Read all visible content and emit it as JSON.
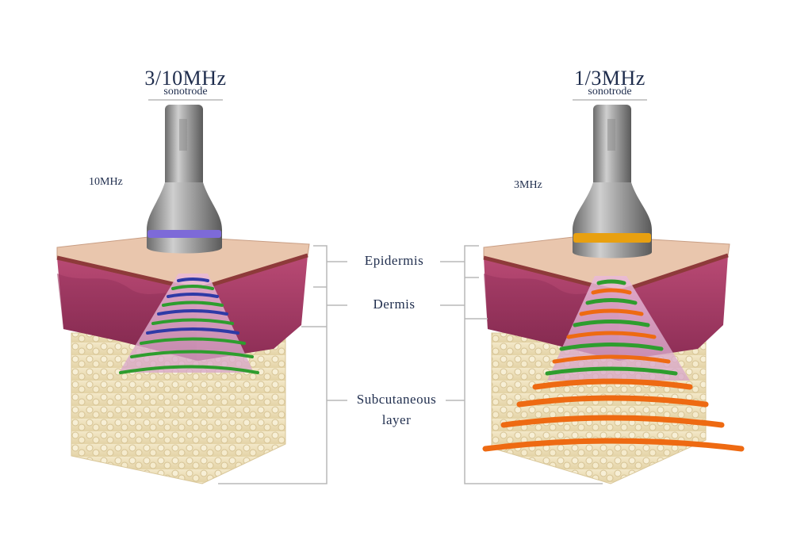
{
  "left_probe": {
    "frequency_title": "3/10MHz",
    "subtitle": "sonotrode",
    "side_label": "10MHz",
    "ring_color": "#7d6ad8"
  },
  "right_probe": {
    "frequency_title": "1/3MHz",
    "subtitle": "sonotrode",
    "side_label": "3MHz",
    "ring_color": "#e8a010"
  },
  "layers": {
    "epidermis": "Epidermis",
    "dermis": "Dermis",
    "subcutaneous_line1": "Subcutaneous",
    "subcutaneous_line2": "layer"
  },
  "colors": {
    "text": "#1f2d4d",
    "epidermis": "#e9c6ad",
    "dermis": "#a23860",
    "fat": "#efe3c2",
    "wave_blue": "#2f3aa6",
    "wave_green": "#2e9d2e",
    "wave_orange": "#ee6a12",
    "bracket": "#b8b8b8"
  }
}
